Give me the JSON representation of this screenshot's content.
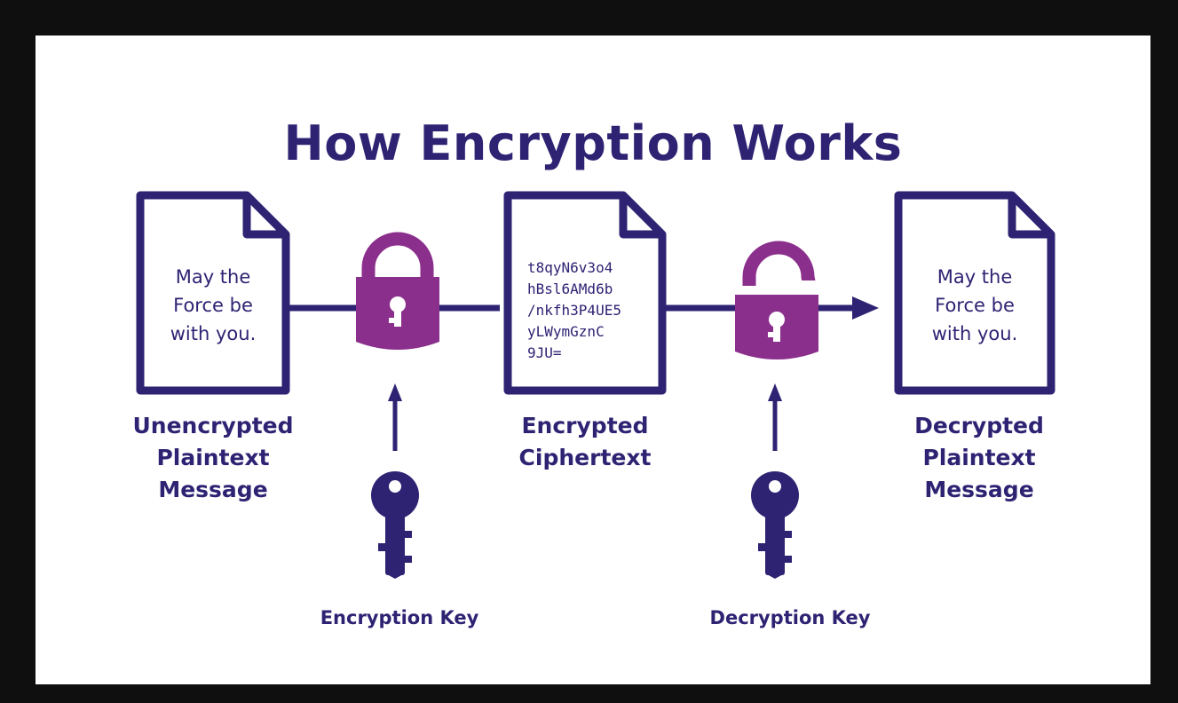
{
  "title": "How Encryption Works",
  "colors": {
    "navy": "#2e2373",
    "purple": "#8b2f8c",
    "background": "#ffffff",
    "frame": "#0f0f0f"
  },
  "documents": {
    "plaintext": {
      "lines": [
        "May the",
        "Force be",
        "with you."
      ],
      "caption": [
        "Unencrypted",
        "Plaintext",
        "Message"
      ]
    },
    "ciphertext": {
      "lines": [
        "t8qyN6v3o4",
        "hBsl6AMd6b",
        "/nkfh3P4UE5",
        "yLWymGznC",
        "9JU="
      ],
      "caption": [
        "Encrypted",
        "Ciphertext"
      ]
    },
    "decrypted": {
      "lines": [
        "May the",
        "Force be",
        "with you."
      ],
      "caption": [
        "Decrypted",
        "Plaintext",
        "Message"
      ]
    }
  },
  "keys": {
    "encryption": {
      "label": "Encryption Key",
      "icon": "key-icon",
      "lock_icon": "closed-padlock-icon"
    },
    "decryption": {
      "label": "Decryption Key",
      "icon": "key-icon",
      "lock_icon": "open-padlock-icon"
    }
  }
}
